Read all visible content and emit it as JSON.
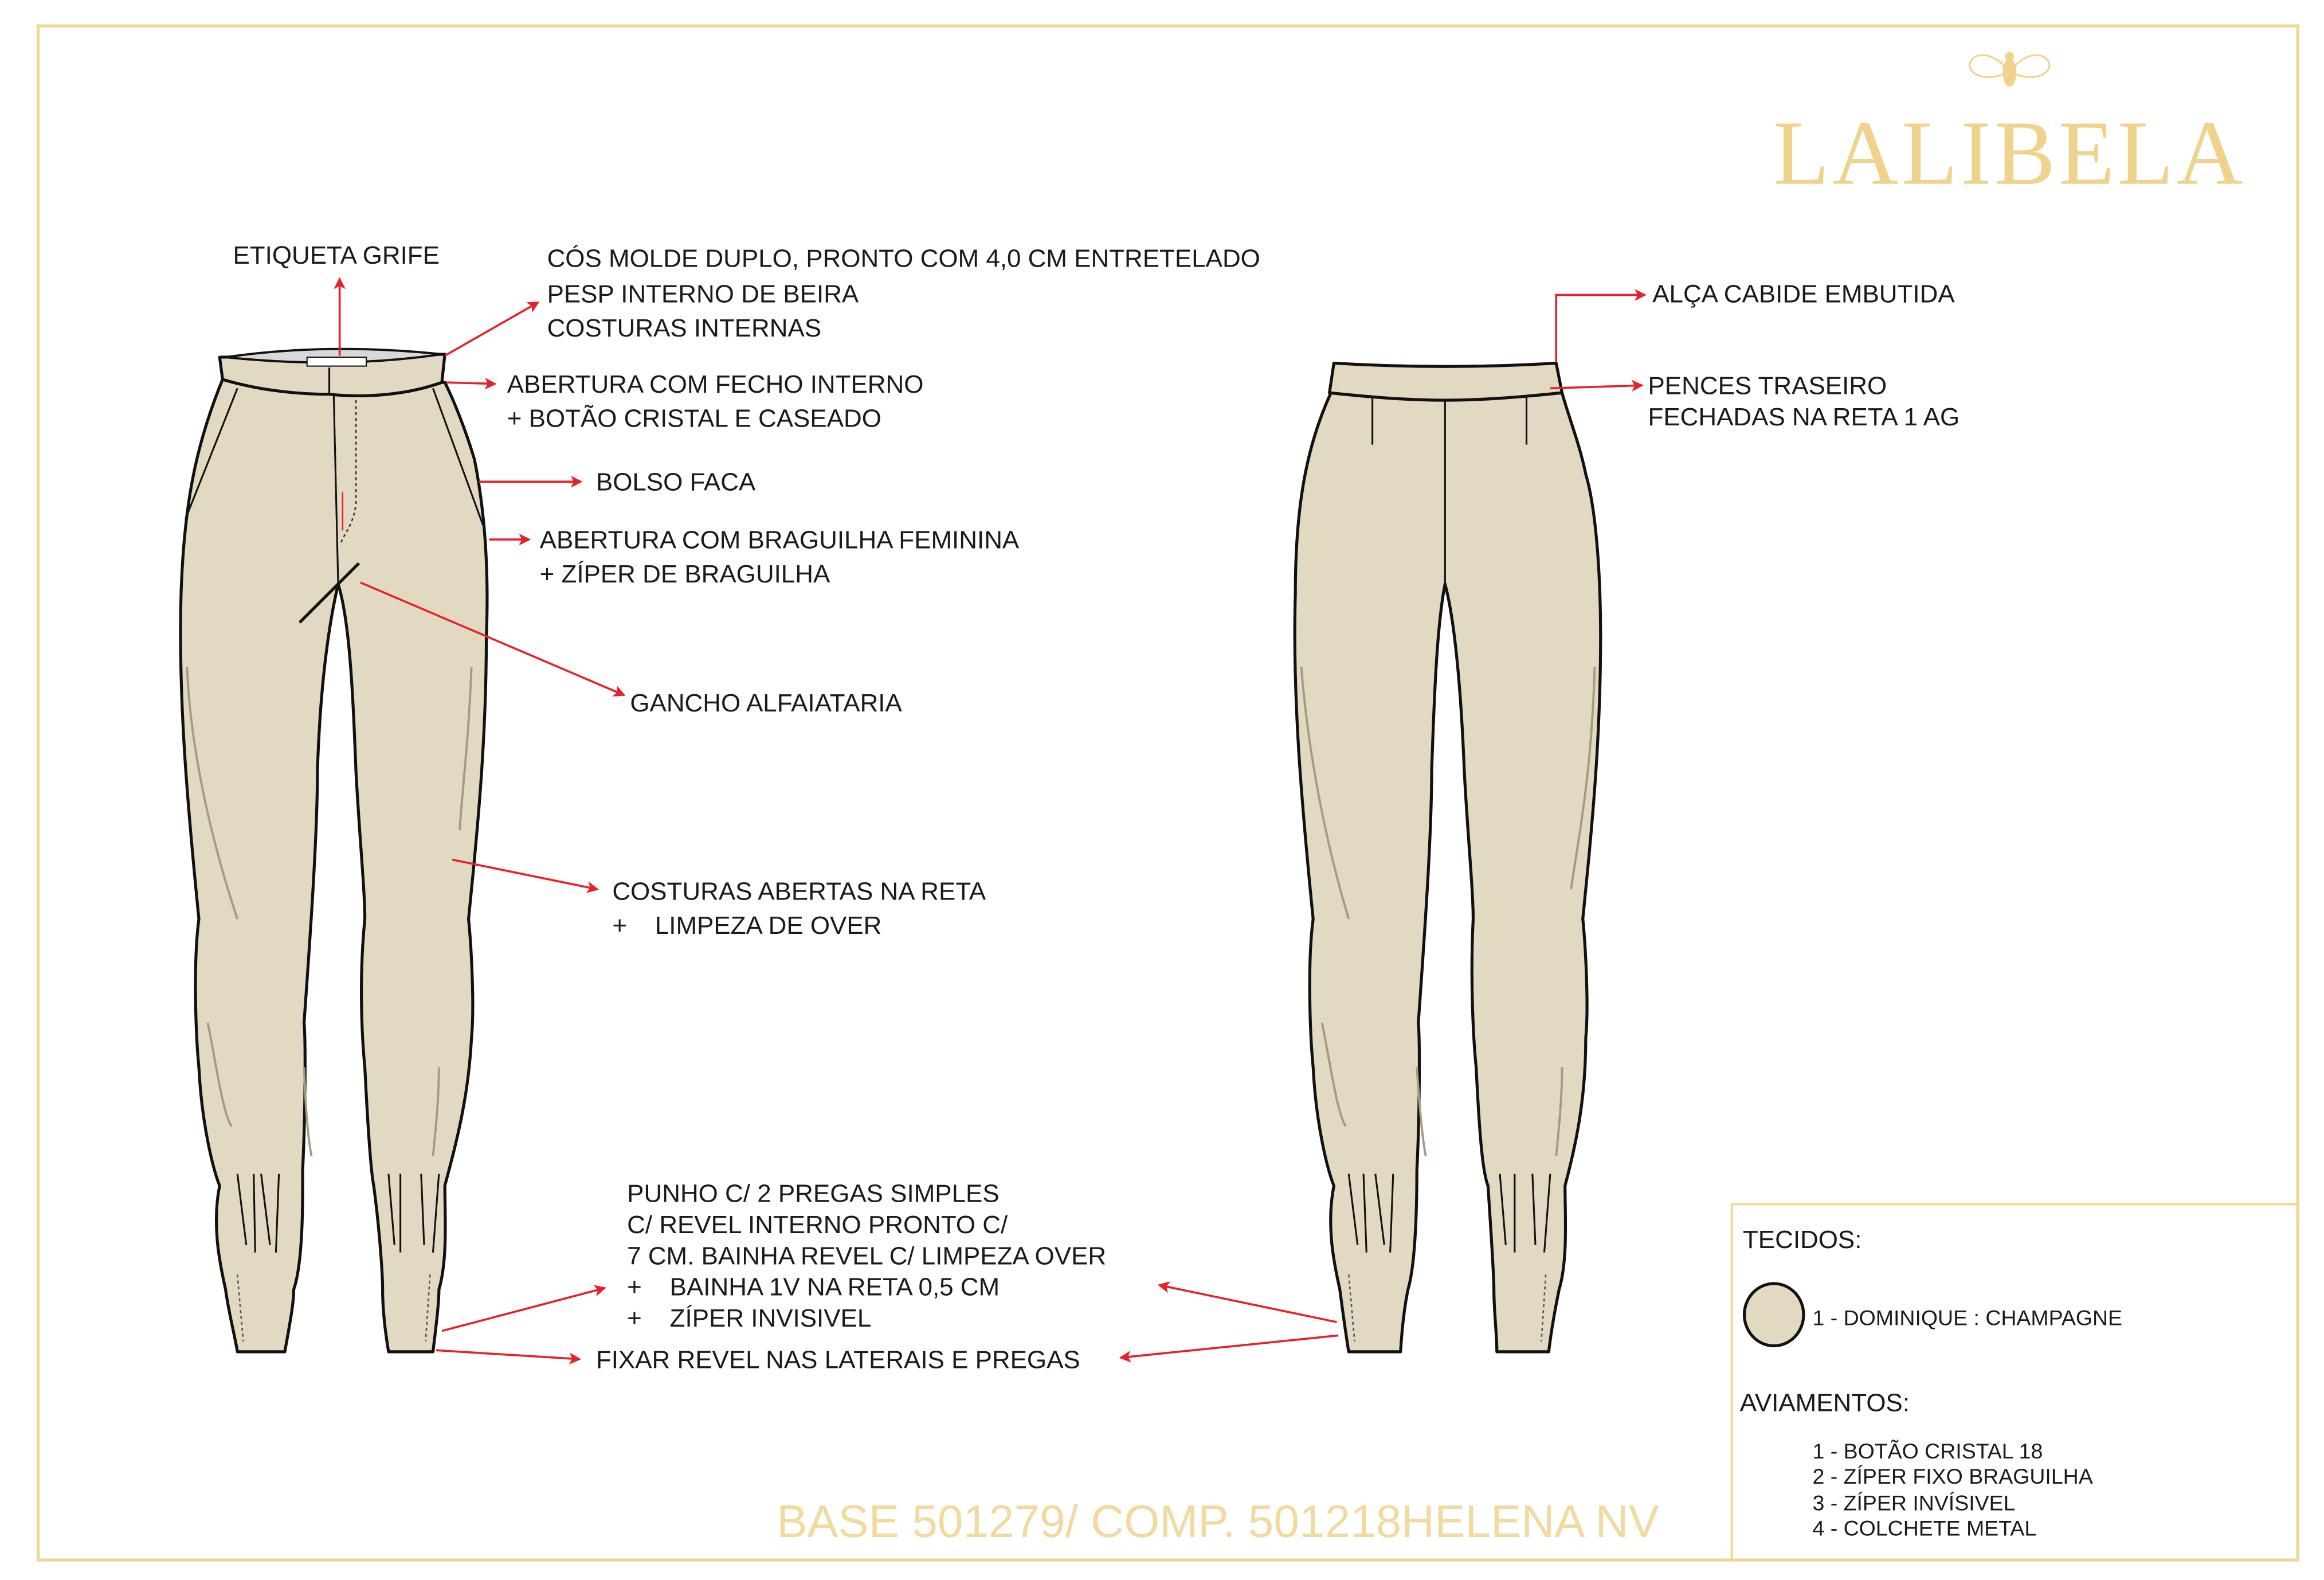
{
  "brand": {
    "name": "LALIBELA",
    "emblem": "bee-icon"
  },
  "colors": {
    "gold": "#efd28c",
    "fabric": "#e2d9c2",
    "arrow": "#e8202a"
  },
  "front_annotations": {
    "etiqueta": "ETIQUETA GRIFE",
    "cos": [
      "CÓS MOLDE DUPLO, PRONTO COM 4,0 CM ENTRETELADO",
      "PESP INTERNO DE BEIRA",
      "COSTURAS INTERNAS"
    ],
    "abertura_fecho": [
      "ABERTURA COM FECHO INTERNO",
      "+ BOTÃO CRISTAL E CASEADO"
    ],
    "bolso": "BOLSO FACA",
    "braguilha": [
      "ABERTURA COM BRAGUILHA FEMININA",
      "+ ZÍPER DE BRAGUILHA"
    ],
    "gancho": "GANCHO ALFAIATARIA",
    "costuras": [
      "COSTURAS ABERTAS NA RETA",
      "+    LIMPEZA DE OVER"
    ],
    "punho": [
      "PUNHO C/ 2 PREGAS SIMPLES",
      "C/ REVEL INTERNO PRONTO C/",
      "7 CM. BAINHA REVEL C/ LIMPEZA OVER",
      "+    BAINHA 1V NA RETA 0,5 CM",
      "+    ZÍPER INVISIVEL"
    ],
    "fixar": "FIXAR REVEL NAS LATERAIS E PREGAS"
  },
  "back_annotations": {
    "alca": "ALÇA CABIDE EMBUTIDA",
    "pences": [
      "PENCES TRASEIRO",
      "FECHADAS NA RETA 1 AG"
    ]
  },
  "materials": {
    "tecidos_title": "TECIDOS:",
    "tecidos": [
      "1 - DOMINIQUE : CHAMPAGNE"
    ],
    "aviamentos_title": "AVIAMENTOS:",
    "aviamentos": [
      "1 - BOTÃO CRISTAL 18",
      "2 - ZÍPER FIXO BRAGUILHA",
      "3 - ZÍPER INVÍSIVEL",
      "4 - COLCHETE METAL"
    ]
  },
  "footer": {
    "reference": "BASE 501279/ COMP. 501218HELENA NV"
  }
}
